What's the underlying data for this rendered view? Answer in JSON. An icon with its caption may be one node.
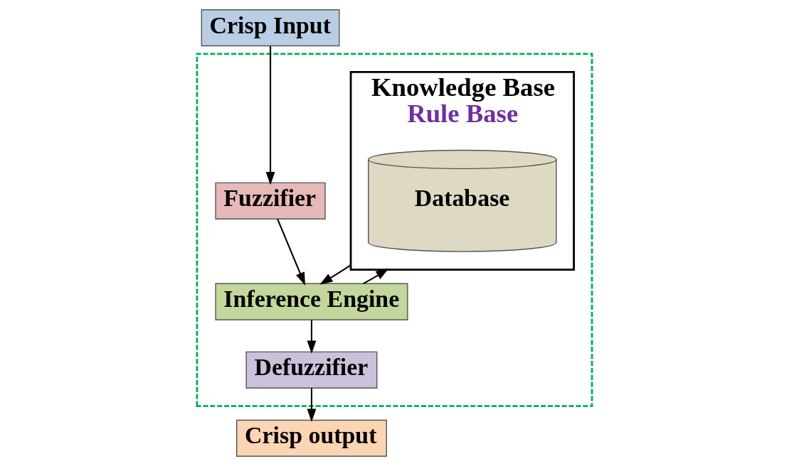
{
  "diagram": {
    "nodes": [
      {
        "text": [
          "Crisp Input"
        ]
      },
      {
        "text": [],
        "shape": "box"
      },
      {
        "text": [
          "Fuzzifier"
        ],
        "in": 1
      },
      {
        "text": [
          "Inference Engine"
        ],
        "in": 1
      },
      {
        "text": [
          "Knowledge Base",
          "Rule Base"
        ],
        "in": 1
      },
      {
        "text": [
          "Database"
        ],
        "in": 4
      },
      {
        "text": [
          "Defuzzifier"
        ],
        "in": 1
      },
      {
        "text": [
          "Crisp output"
        ]
      }
    ],
    "edges": [
      {
        "from": 0,
        "to": 2,
        "arrow": "to"
      },
      {
        "from": 2,
        "to": 3,
        "arrow": "to"
      },
      {
        "from": 3,
        "to": 4,
        "arrow": "to"
      },
      {
        "from": 4,
        "to": 3,
        "arrow": "to"
      },
      {
        "from": 3,
        "to": 6,
        "arrow": "to"
      },
      {
        "from": 6,
        "to": 7,
        "arrow": "to"
      }
    ]
  }
}
